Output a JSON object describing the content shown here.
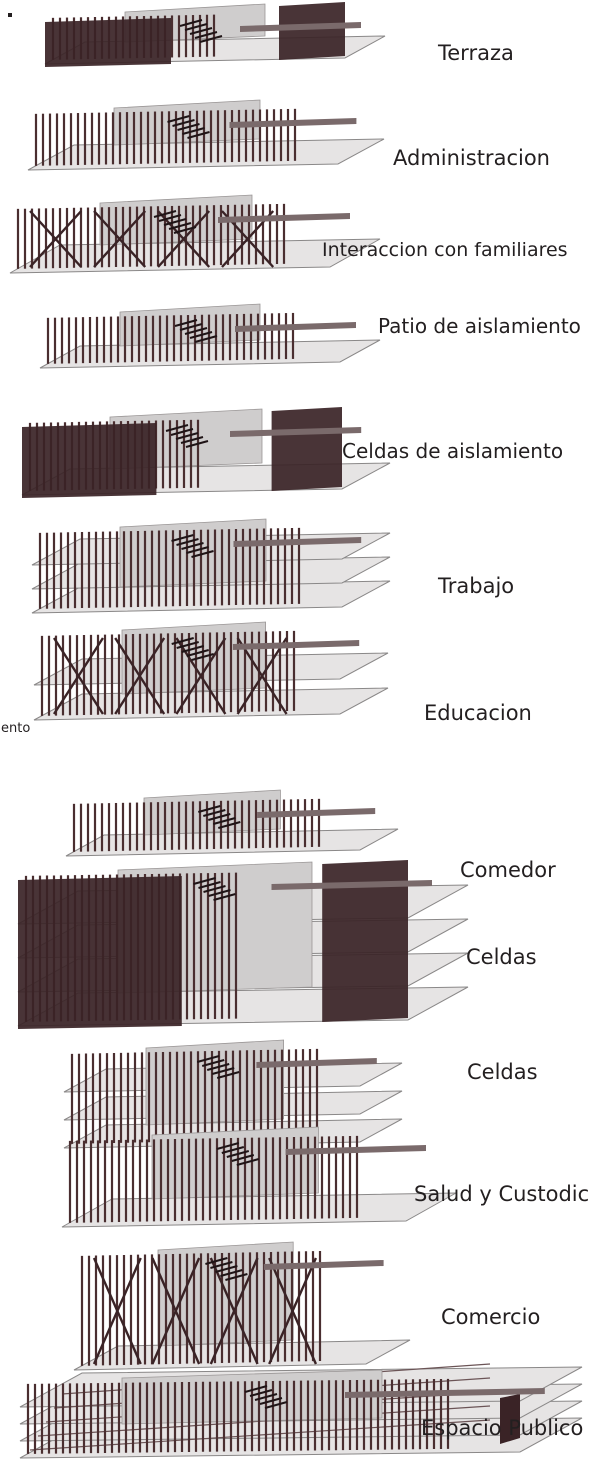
{
  "colors": {
    "mullion": "#4a2e30",
    "wall": "#3a2326",
    "slab": "#e6e4e4",
    "slab_edge": "#8a8888",
    "panel": "#cfcdcd",
    "text": "#231f20"
  },
  "fragment_label": "ento",
  "floors": [
    {
      "id": "terraza",
      "label": "Terraza",
      "icon": "terrace-wall-block"
    },
    {
      "id": "administracion",
      "label": "Administracion",
      "icon": "frame-block"
    },
    {
      "id": "interaccion",
      "label": "Interaccion con familiares",
      "icon": "braced-frame-block"
    },
    {
      "id": "patio",
      "label": "Patio de aislamiento",
      "icon": "frame-block"
    },
    {
      "id": "celdas-aislamiento",
      "label": "Celdas de aislamiento",
      "icon": "wall-block"
    },
    {
      "id": "trabajo",
      "label": "Trabajo",
      "icon": "multi-slab-block"
    },
    {
      "id": "educacion",
      "label": "Educacion",
      "icon": "braced-frame-block"
    },
    {
      "id": "comedor",
      "label": "Comedor",
      "icon": "frame-block"
    },
    {
      "id": "celdas-1",
      "label": "Celdas",
      "icon": "cell-block"
    },
    {
      "id": "celdas-2",
      "label": "Celdas",
      "icon": "cell-slab-block"
    },
    {
      "id": "salud",
      "label": "Salud y Custodic",
      "icon": "frame-block"
    },
    {
      "id": "comercio",
      "label": "Comercio",
      "icon": "frame-block"
    },
    {
      "id": "espacio-publico",
      "label": "Espacio Publico",
      "icon": "ground-plaza-block"
    }
  ]
}
